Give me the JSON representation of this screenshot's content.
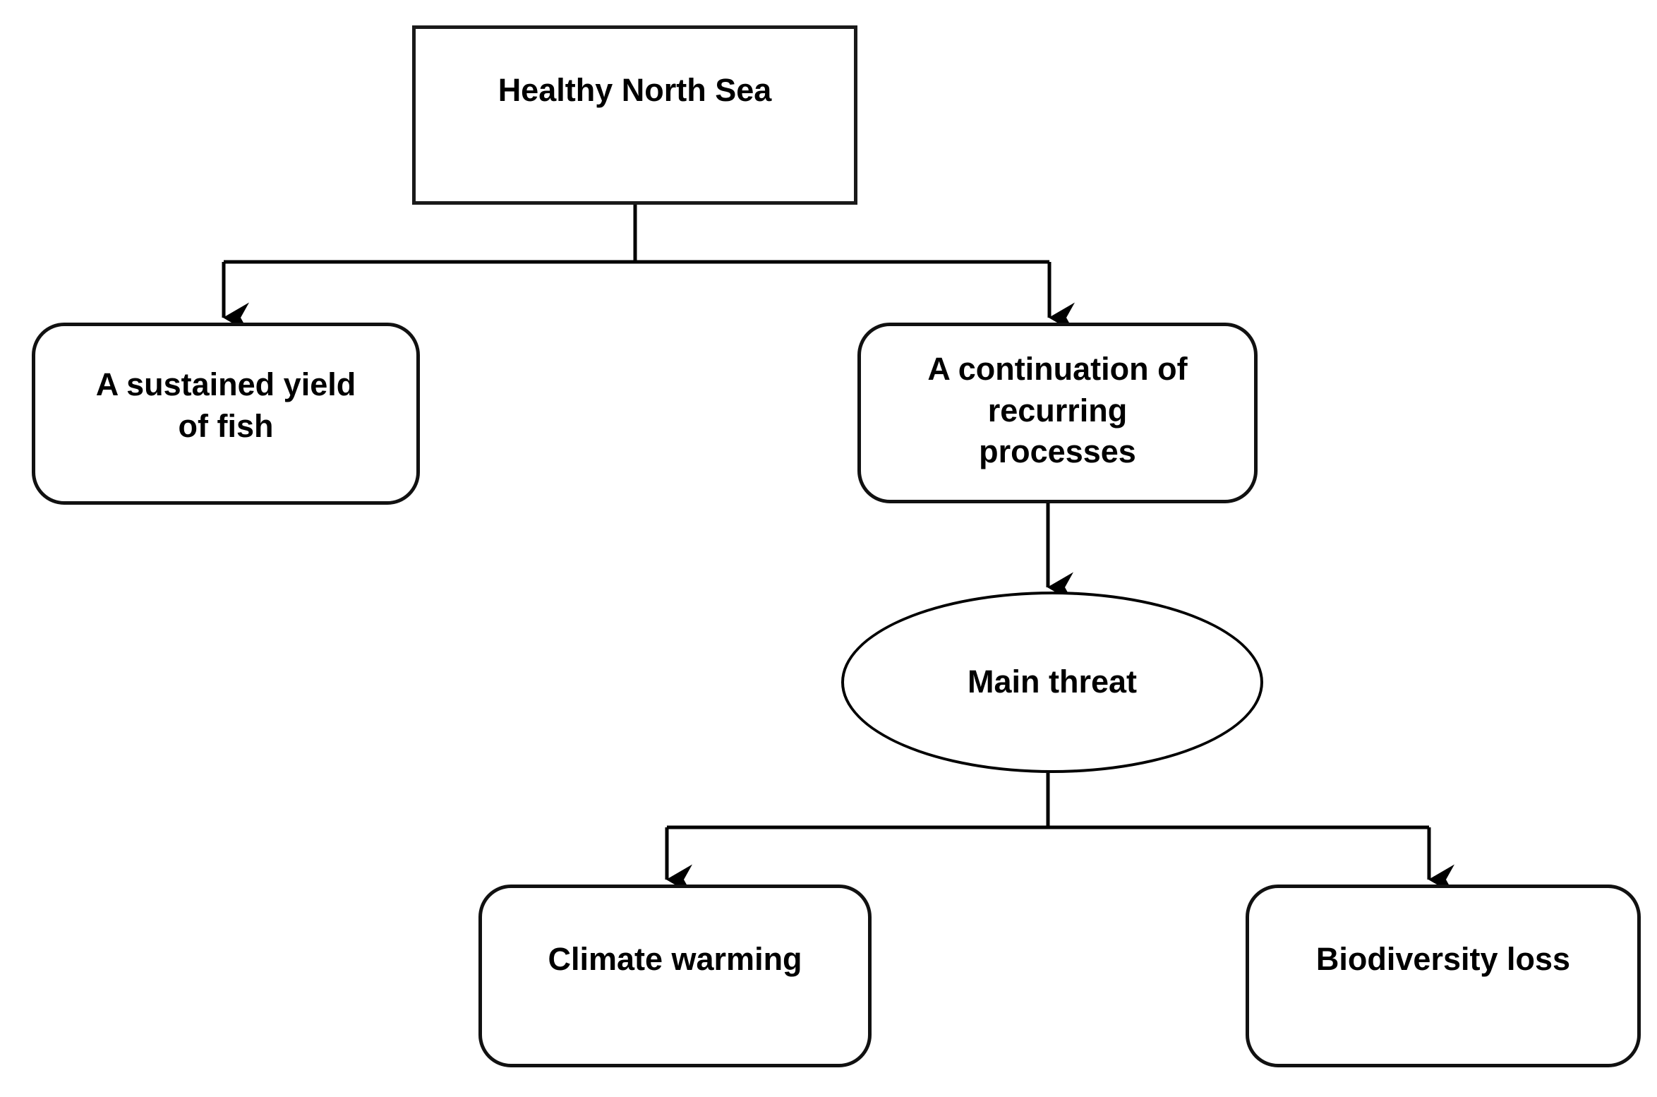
{
  "diagram": {
    "title": "Healthy North Sea hierarchy",
    "stroke_color": "#111111",
    "fill_color": "#ffffff",
    "text_color": "#000000",
    "nodes": {
      "root": {
        "label": "Healthy North Sea",
        "shape": "rectangle"
      },
      "yield": {
        "label": "A sustained yield\nof fish",
        "shape": "rounded-rectangle"
      },
      "processes": {
        "label": "A continuation of\nrecurring\nprocesses",
        "shape": "rounded-rectangle"
      },
      "threat": {
        "label": "Main threat",
        "shape": "ellipse"
      },
      "climate": {
        "label": "Climate warming",
        "shape": "rounded-rectangle"
      },
      "biodiversity": {
        "label": "Biodiversity loss",
        "shape": "rounded-rectangle"
      }
    },
    "edges": [
      {
        "from": "root",
        "to": "yield",
        "style": "elbow-arrow"
      },
      {
        "from": "root",
        "to": "processes",
        "style": "elbow-arrow"
      },
      {
        "from": "processes",
        "to": "threat",
        "style": "straight-arrow"
      },
      {
        "from": "threat",
        "to": "climate",
        "style": "elbow-arrow"
      },
      {
        "from": "threat",
        "to": "biodiversity",
        "style": "elbow-arrow"
      }
    ]
  }
}
